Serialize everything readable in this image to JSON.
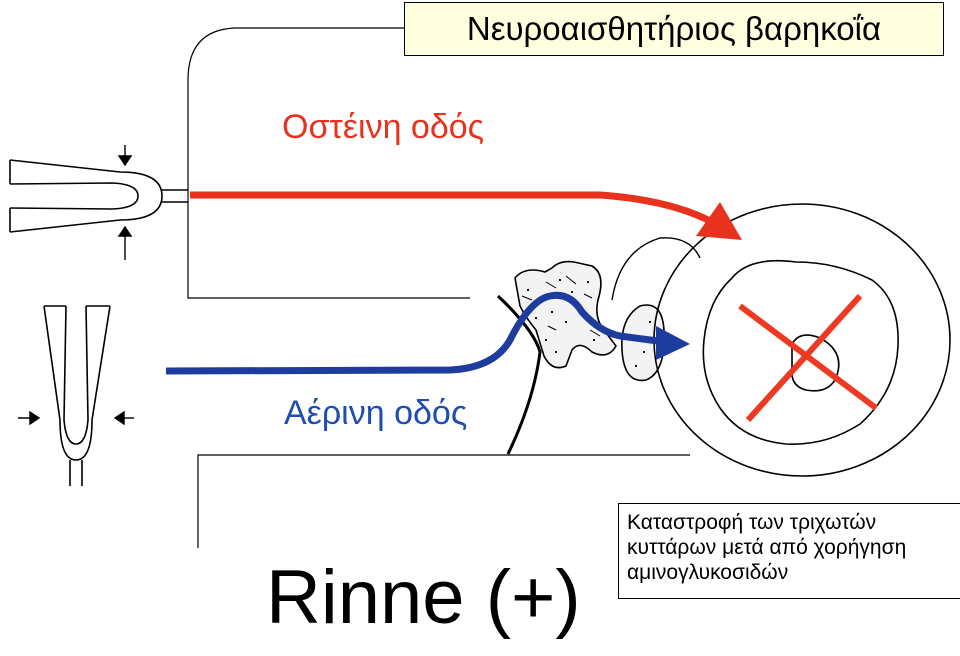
{
  "title": "Νευροαισθητήριος βαρηκοΐα",
  "bone_conduction_label": "Οστέινη οδός",
  "air_conduction_label": "Αέρινη οδός",
  "test_result": "Rinne (+)",
  "caption_lines": [
    "Καταστροφή των τριχωτών",
    "κυττάρων μετά από χορήγηση",
    "αμινογλυκοσιδών"
  ],
  "colors": {
    "bone_path": "#e8321e",
    "air_path": "#1e3c9e",
    "damage_mark": "#ee3a22",
    "title_bg": "#ffffe0"
  },
  "icons": [
    "tuning-fork-icon",
    "cross-mark-icon"
  ]
}
